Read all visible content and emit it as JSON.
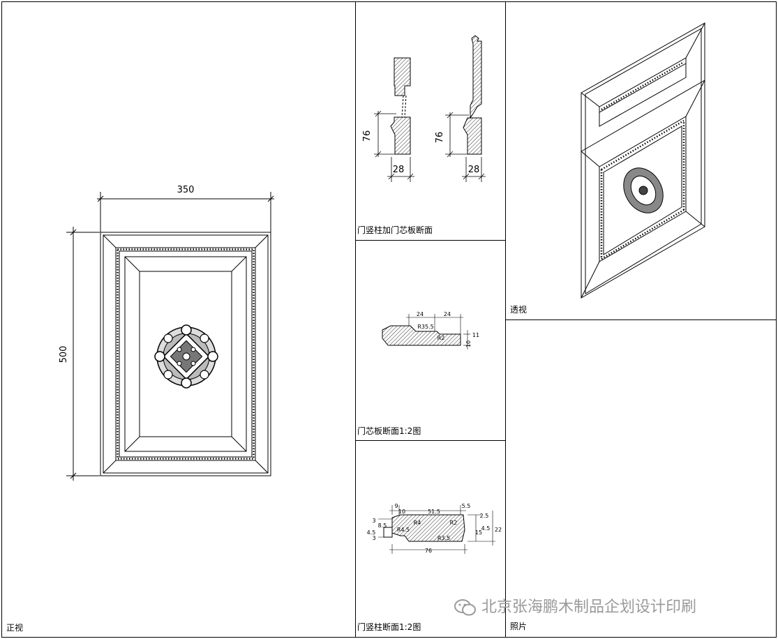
{
  "front_view": {
    "label": "正视",
    "width_dim": "350",
    "height_dim": "500"
  },
  "stile_panel_section": {
    "label": "门竖柱加门芯板断面",
    "dims": [
      "76",
      "28",
      "76",
      "28"
    ]
  },
  "core_panel_section": {
    "label": "门芯板断面1:2图",
    "dims": [
      "24",
      "24",
      "R35.5",
      "R2",
      "11",
      "10"
    ]
  },
  "stile_section": {
    "label": "门竖柱断面1:2图",
    "dims": [
      "9",
      "10",
      "51.5",
      "5.5",
      "2.5",
      "3",
      "8.5",
      "R4",
      "R2",
      "4.5",
      "22",
      "15",
      "4.5",
      "3",
      "R4.5",
      "R3.5",
      "76"
    ]
  },
  "perspective": {
    "label": "透视"
  },
  "photo": {
    "label": "照片"
  },
  "watermark": {
    "text": "北京张海鹏木制品企划设计印刷",
    "icon": "wechat-icon"
  }
}
